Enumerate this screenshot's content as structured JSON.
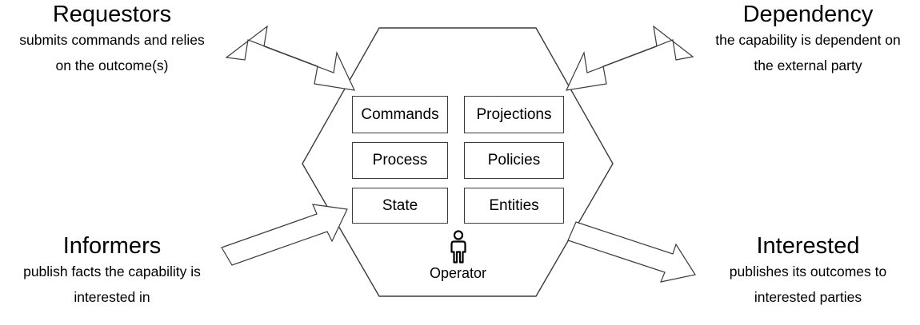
{
  "diagram": {
    "title_present": false,
    "center": {
      "shape": "hexagon",
      "operator": {
        "icon": "person-icon",
        "caption": "Operator"
      },
      "cells": [
        {
          "id": "commands",
          "label": "Commands"
        },
        {
          "id": "projections",
          "label": "Projections"
        },
        {
          "id": "process",
          "label": "Process"
        },
        {
          "id": "policies",
          "label": "Policies"
        },
        {
          "id": "state",
          "label": "State"
        },
        {
          "id": "entities",
          "label": "Entities"
        }
      ]
    },
    "actors": [
      {
        "id": "requestors",
        "title": "Requestors",
        "desc_line1": "submits commands and relies",
        "desc_line2": "on the outcome(s)",
        "position": "top-left",
        "arrow": "double-headed"
      },
      {
        "id": "dependency",
        "title": "Dependency",
        "desc_line1": "the capability is dependent on",
        "desc_line2": "the external party",
        "position": "top-right",
        "arrow": "double-headed"
      },
      {
        "id": "informers",
        "title": "Informers",
        "desc_line1": "publish facts the capability is",
        "desc_line2": "interested in",
        "position": "bottom-left",
        "arrow": "single-headed-inbound"
      },
      {
        "id": "interested",
        "title": "Interested",
        "desc_line1": "publishes its outcomes to",
        "desc_line2": "interested parties",
        "position": "bottom-right",
        "arrow": "single-headed-outbound"
      }
    ],
    "colors": {
      "stroke": "#3b3b3b",
      "text": "#000000",
      "background": "#ffffff"
    }
  }
}
